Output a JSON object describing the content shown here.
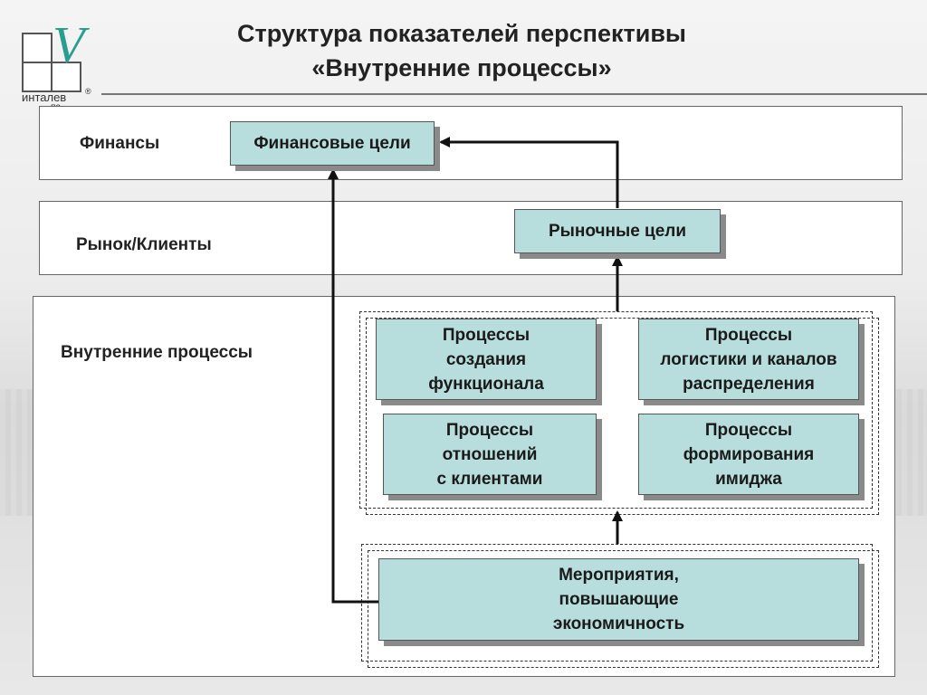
{
  "title": {
    "line1": "Структура показателей перспективы",
    "line2": "«Внутренние процессы»"
  },
  "logo": {
    "text": "инталев",
    "registered": "®",
    "subtext": "по"
  },
  "levels": {
    "finance": "Финансы",
    "market": "Рынок/Клиенты",
    "internal": "Внутренние процессы"
  },
  "boxes": {
    "financial_goals": "Финансовые цели",
    "market_goals": "Рыночные цели",
    "functionality_processes": "Процессы\nсоздания\nфункционала",
    "logistics_processes": "Процессы\nлогистики и каналов\nраспределения",
    "customer_processes": "Процессы\nотношений\nс клиентами",
    "image_processes": "Процессы\nформирования\nимиджа",
    "efficiency_measures": "Мероприятия,\nповышающие\nэкономичность"
  }
}
